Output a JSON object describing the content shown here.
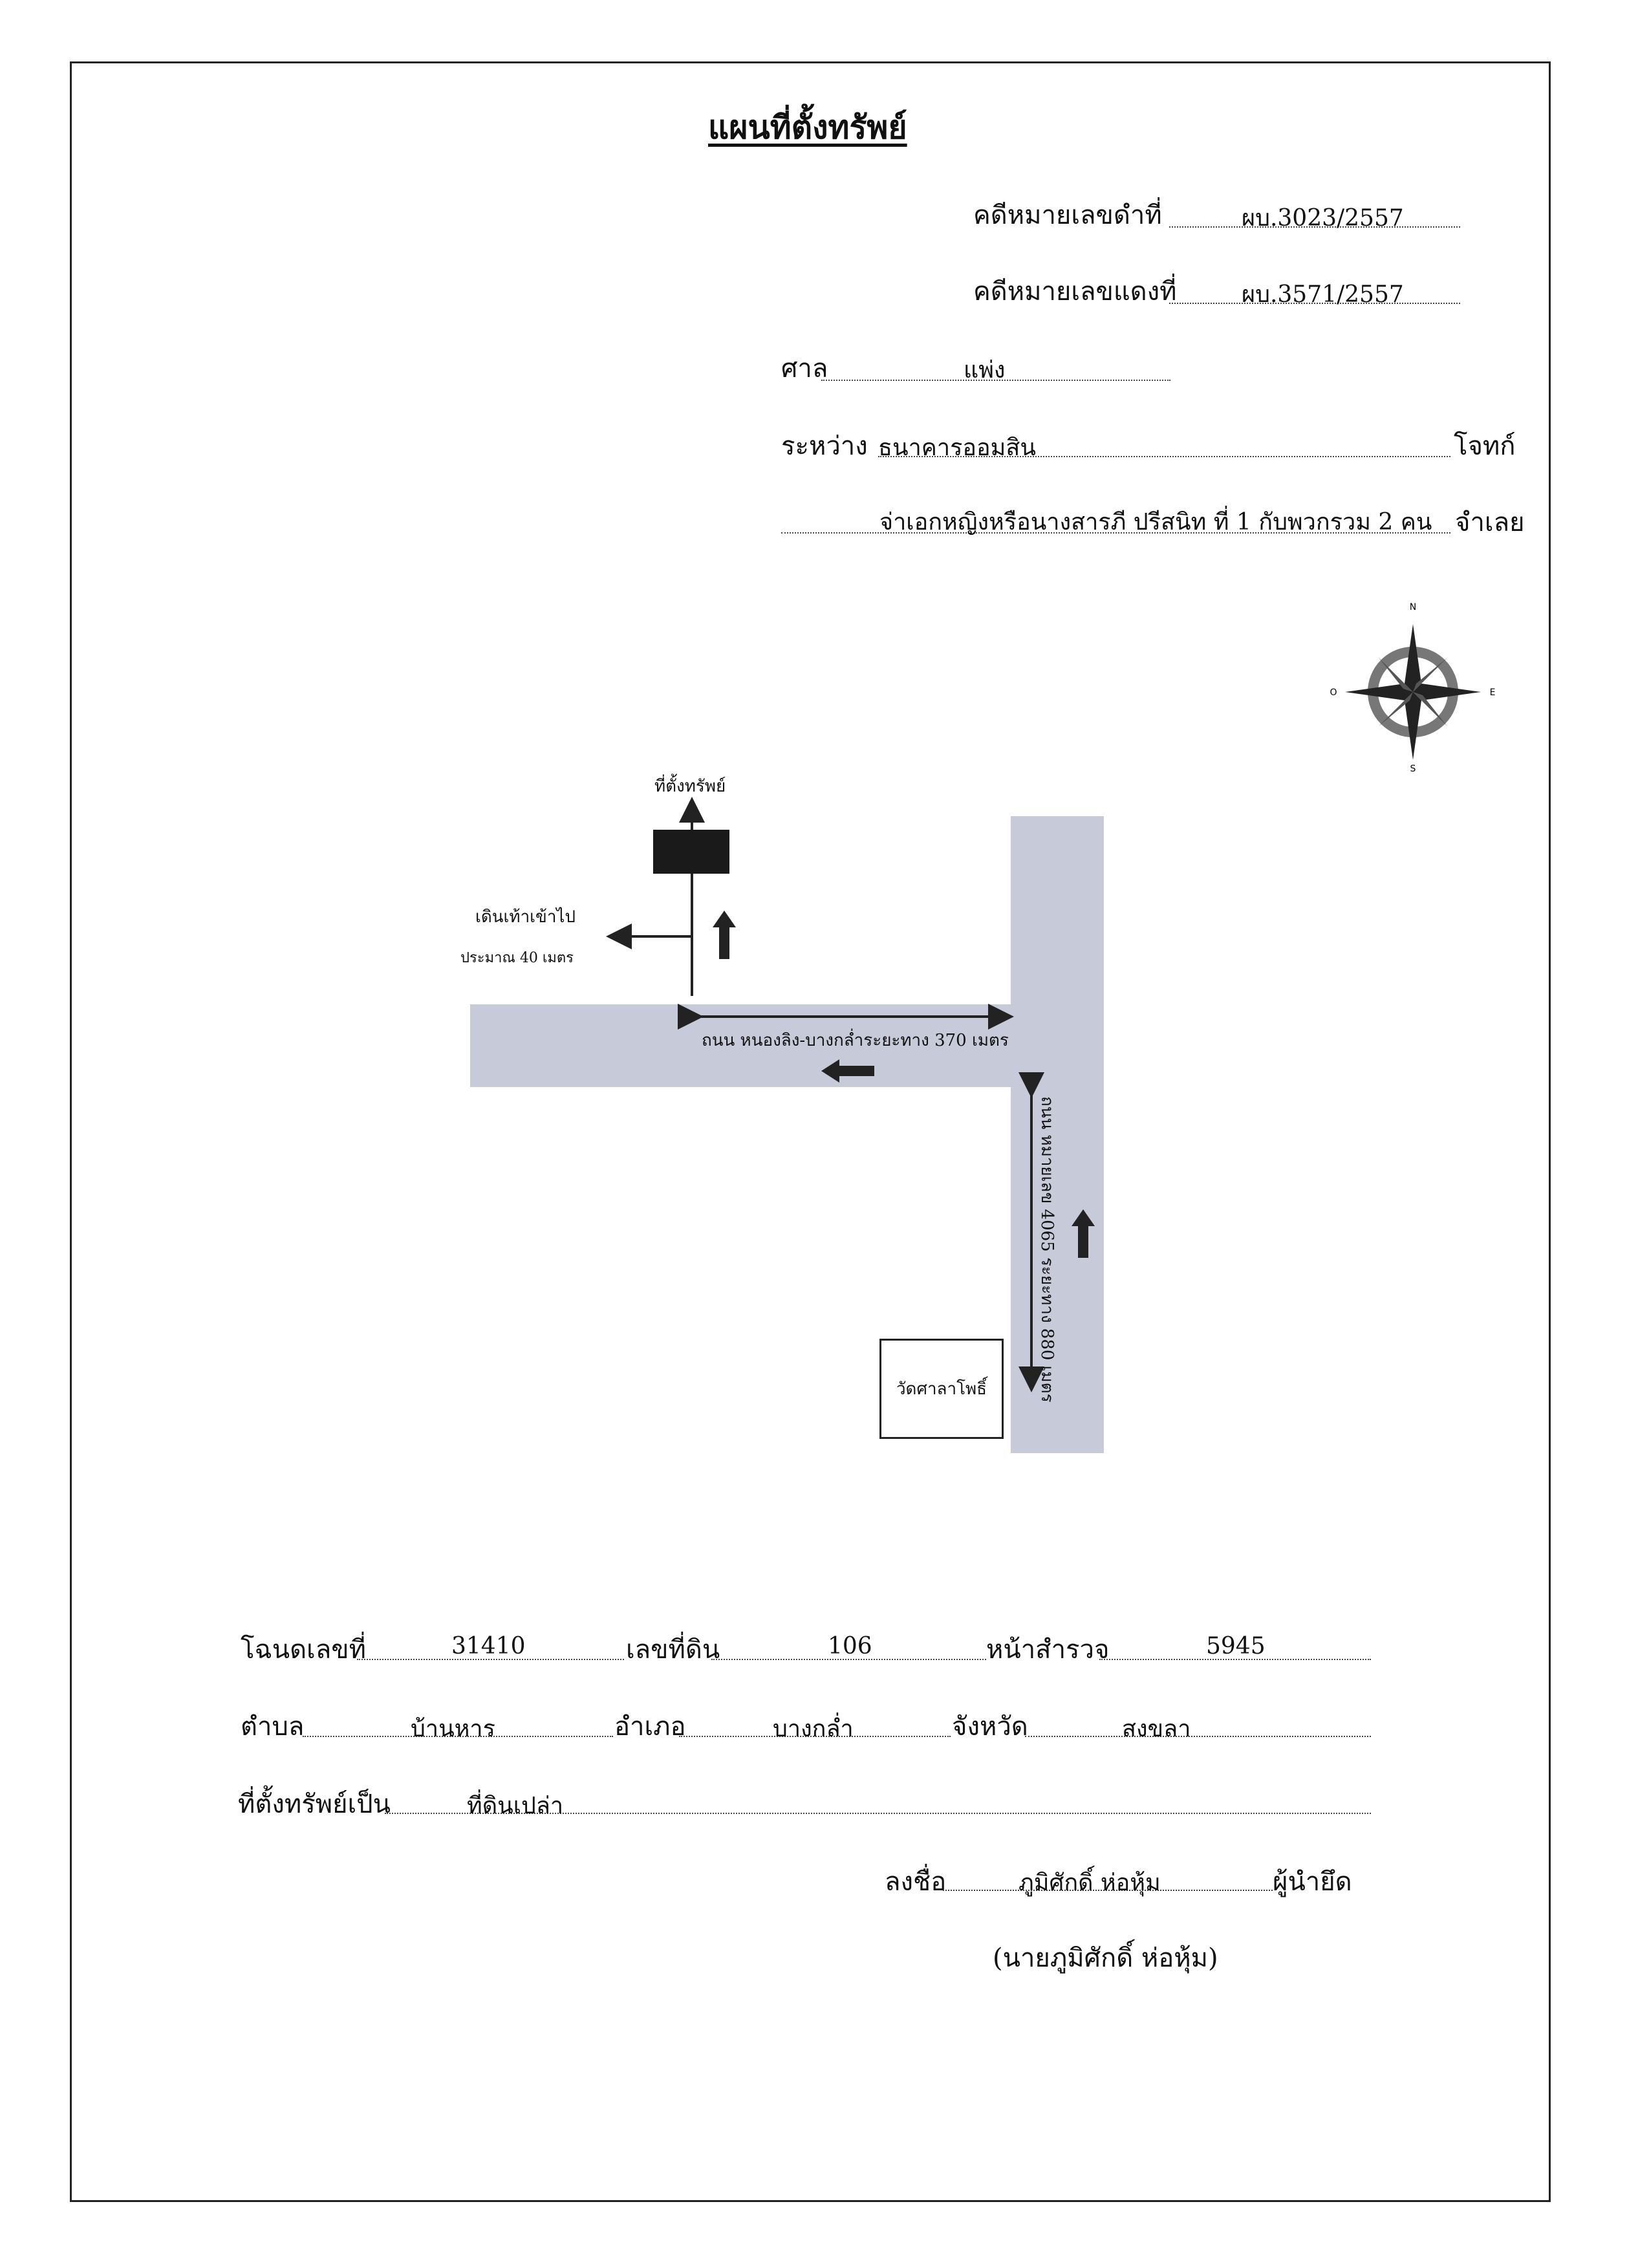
{
  "document": {
    "title": "แผนที่ตั้งทรัพย์",
    "case_black_label": "คดีหมายเลขดำที่",
    "case_black_value": "ผบ.3023/2557",
    "case_red_label": "คดีหมายเลขแดงที่",
    "case_red_value": "ผบ.3571/2557",
    "court_label": "ศาล",
    "court_value": "แพ่ง",
    "between_label": "ระหว่าง",
    "plaintiff": "ธนาคารออมสิน",
    "plaintiff_role": "โจทก์",
    "defendant": "จ่าเอกหญิงหรือนางสารภี ปรีสนิท ที่ 1 กับพวกรวม 2 คน",
    "defendant_role": "จำเลย"
  },
  "map": {
    "compass": {
      "n": "N",
      "s": "S",
      "e": "E",
      "w": "O"
    },
    "property_label": "ที่ตั้งทรัพย์",
    "walk_line1": "เดินเท้าเข้าไป",
    "walk_line2": "ประมาณ 40 เมตร",
    "road_horizontal": "ถนน หนองลิง-บางกล่ำระยะทาง 370 เมตร",
    "road_vertical": "ถนน หมายเลข 4065 ระยะทาง 880 เมตร",
    "temple": "วัดศาลาโพธิ์"
  },
  "details": {
    "deed_label": "โฉนดเลขที่",
    "deed_value": "31410",
    "land_no_label": "เลขที่ดิน",
    "land_no_value": "106",
    "survey_label": "หน้าสำรวจ",
    "survey_value": "5945",
    "subdistrict_label": "ตำบล",
    "subdistrict_value": "บ้านหาร",
    "district_label": "อำเภอ",
    "district_value": "บางกล่ำ",
    "province_label": "จังหวัด",
    "province_value": "สงขลา",
    "property_type_label": "ที่ตั้งทรัพย์เป็น",
    "property_type_value": "ที่ดินเปล่า"
  },
  "signature": {
    "sign_label": "ลงชื่อ",
    "signer": "ภูมิศักดิ์ ห่อหุ้ม",
    "role": "ผู้นำยึด",
    "full_name": "(นายภูมิศักดิ์  ห่อหุ้ม)"
  },
  "colors": {
    "road": "#c7cad9",
    "ink": "#111111",
    "building": "#1a1a1a"
  }
}
